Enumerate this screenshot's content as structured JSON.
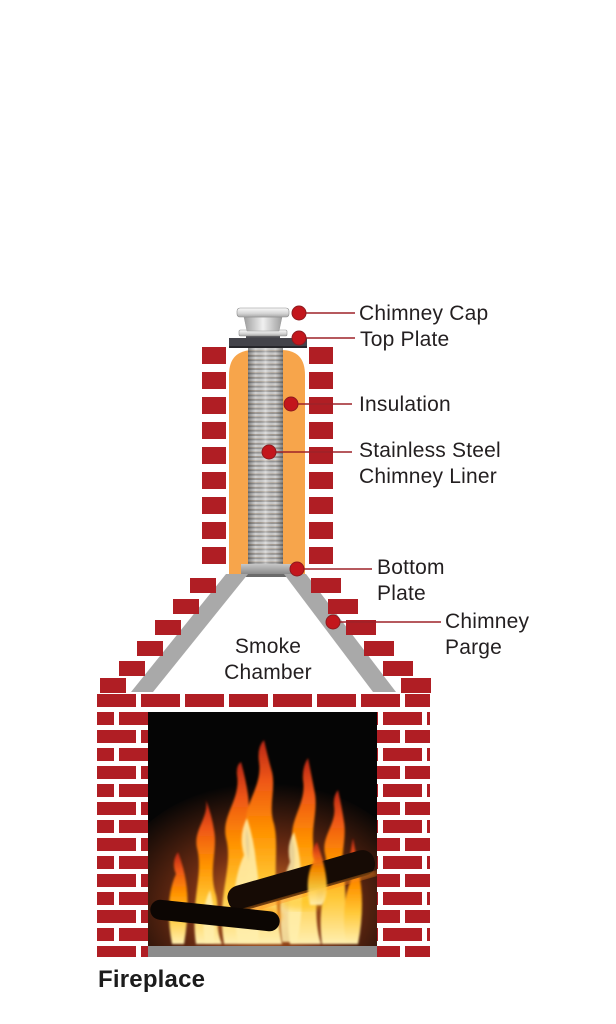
{
  "caption": "Fireplace",
  "labels": [
    {
      "id": "chimney-cap",
      "text": "Chimney Cap"
    },
    {
      "id": "top-plate",
      "text": "Top Plate"
    },
    {
      "id": "insulation",
      "text": "Insulation"
    },
    {
      "id": "stainless-steel-chimney-liner",
      "text": "Stainless Steel\nChimney Liner"
    },
    {
      "id": "bottom-plate",
      "text": "Bottom\nPlate"
    },
    {
      "id": "chimney-parge",
      "text": "Chimney\nParge"
    },
    {
      "id": "smoke-chamber",
      "text": "Smoke\nChamber"
    }
  ],
  "colors": {
    "brick": "#b01e24",
    "mortar": "#ffffff",
    "insulation": "#f7a54b",
    "parge": "#a9a9a9",
    "accent_red": "#c3161c",
    "leader_line": "#9d2228",
    "label_text": "#231f20",
    "plate_dark": "#43434a",
    "firebox": "#050505",
    "hearth": "#8c8c8c"
  }
}
